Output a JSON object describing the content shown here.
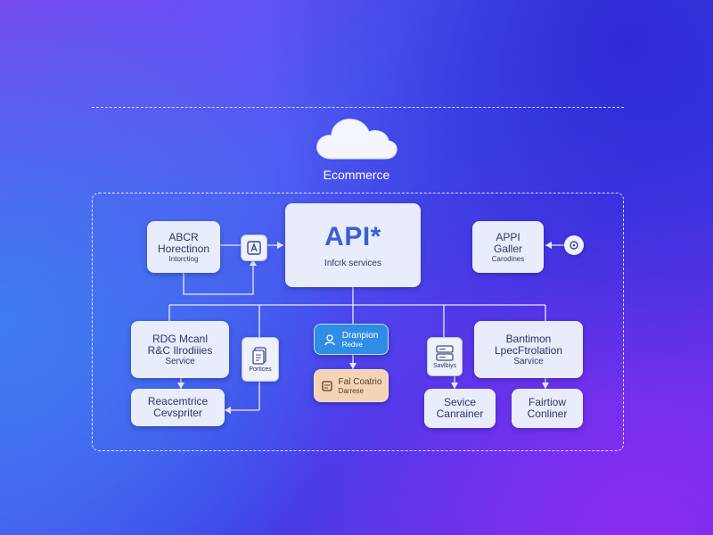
{
  "diagram": {
    "cloud_label": "Ecommerce",
    "api": {
      "title": "API*",
      "subtitle": "Infcrk services"
    },
    "left_top": {
      "line1": "ABCR",
      "line2": "Horectinon",
      "line3": "Intorctiog"
    },
    "right_top": {
      "line1": "APPI",
      "line2": "Galler",
      "line3": "Carodines"
    },
    "left_mid": {
      "line1": "RDG Mcanl",
      "line2": "R&C Ilrodiiies",
      "line3": "Service"
    },
    "left_bottom": {
      "line1": "Reacemtrice",
      "line2": "Cevspriter"
    },
    "left_icon_label": "Portices",
    "center_blue": {
      "line1": "Dranpion",
      "line2": "Redve"
    },
    "center_peach": {
      "line1": "Fal Coatrio",
      "line2": "Darrese"
    },
    "right_icon_label": "Savlbiys",
    "right_mid": {
      "line1": "Bantimon",
      "line2": "LpecFtrolation",
      "line3": "Sarvice"
    },
    "bottom_mid": {
      "line1": "Sevice",
      "line2": "Canrainer"
    },
    "bottom_right": {
      "line1": "Fairtiow",
      "line2": "Conliner"
    }
  },
  "colors": {
    "accent": "#3b5ed8",
    "box": "#e9ecfa",
    "blue_box": "#2f8de6",
    "peach_box": "#f5d3b6"
  }
}
